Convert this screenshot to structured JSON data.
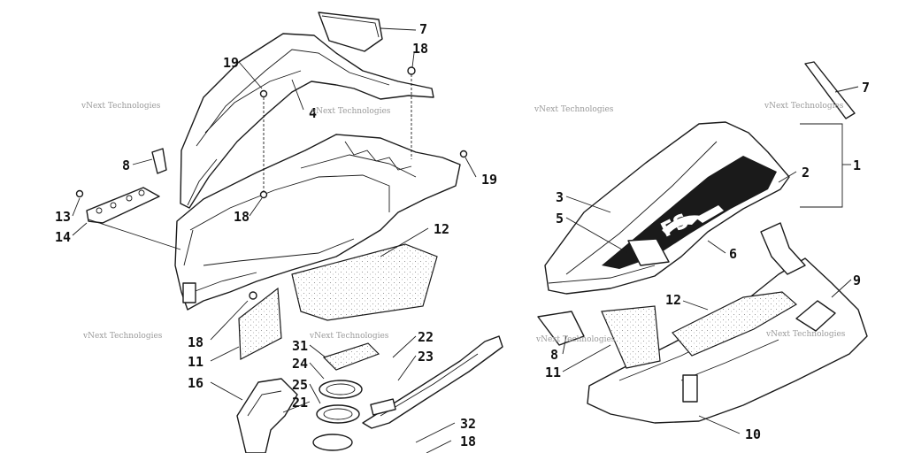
{
  "watermark": {
    "text": "vNext Technologies"
  },
  "callouts": {
    "left": [
      "7",
      "18",
      "19",
      "4",
      "8",
      "19",
      "13",
      "14",
      "18",
      "12",
      "18",
      "11",
      "16",
      "31",
      "24",
      "25",
      "21",
      "22",
      "23",
      "32",
      "18"
    ],
    "right": [
      "7",
      "1",
      "2",
      "3",
      "5",
      "6",
      "9",
      "12",
      "8",
      "11",
      "10"
    ]
  },
  "colors": {
    "ink": "#1a1a1a",
    "background": "#ffffff",
    "watermark": "#9a9a9a"
  },
  "graphic_text": "FS"
}
